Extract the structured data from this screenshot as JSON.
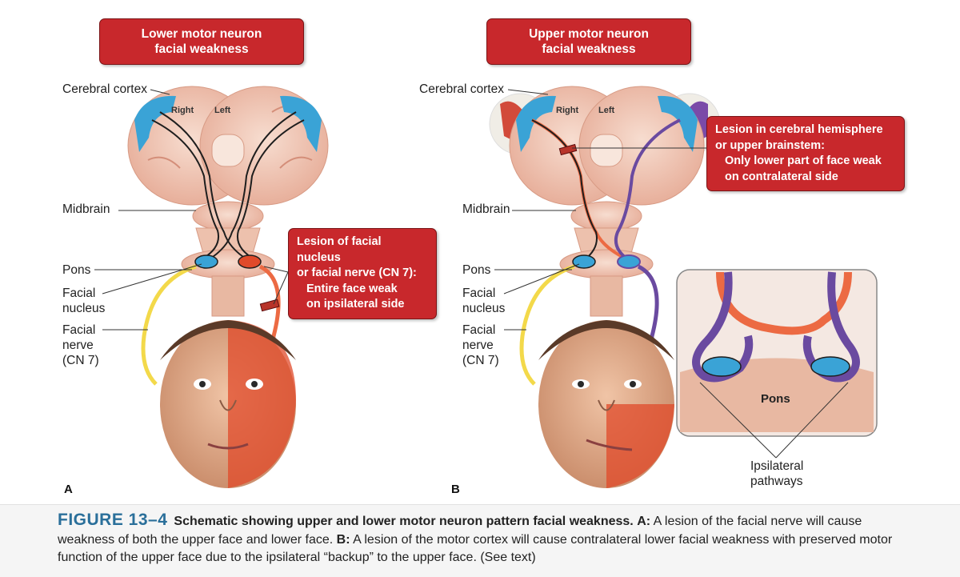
{
  "panels": {
    "a": {
      "title": "Lower motor neuron\nfacial weakness",
      "labels": {
        "cortex": "Cerebral cortex",
        "right": "Right",
        "left": "Left",
        "midbrain": "Midbrain",
        "pons": "Pons",
        "facial_nucleus": "Facial\nnucleus",
        "facial_nerve": "Facial\nnerve\n(CN 7)"
      },
      "callout": {
        "line1": "Lesion of facial nucleus",
        "line2": "or facial nerve (CN 7):",
        "line3": "Entire face weak",
        "line4": "on ipsilateral side"
      },
      "letter": "A"
    },
    "b": {
      "title": "Upper motor neuron\nfacial weakness",
      "labels": {
        "cortex": "Cerebral cortex",
        "right": "Right",
        "left": "Left",
        "midbrain": "Midbrain",
        "pons": "Pons",
        "facial_nucleus": "Facial\nnucleus",
        "facial_nerve": "Facial\nnerve\n(CN 7)",
        "inset_pons": "Pons",
        "ipsilateral": "Ipsilateral\npathways"
      },
      "callout": {
        "line1": "Lesion in cerebral hemisphere",
        "line2": "or upper brainstem:",
        "line3": "Only lower part of face weak",
        "line4": "on contralateral side"
      },
      "letter": "B"
    }
  },
  "caption": {
    "figure": "FIGURE 13–4",
    "bold_intro": "Schematic showing upper and lower motor neuron pattern facial weakness.",
    "a_label": "A:",
    "a_text": " A lesion of the facial nerve will cause weakness of both the upper face and lower face. ",
    "b_label": "B:",
    "b_text": " A lesion of the motor cortex will cause contralateral lower facial weakness with preserved motor function of the upper face due to the ipsilateral “backup” to the upper face. (See text)"
  },
  "colors": {
    "callout_red": "#c8282c",
    "caption_blue": "#2a6f9a",
    "tissue": "#f2c7b3",
    "motor_cortex": "#3aa3d6",
    "weak_face": "#e04a2a",
    "facial_nerve": "#f3d94a",
    "contralateral_path": "#ec6a43",
    "ipsilateral_path": "#6a4aa0"
  }
}
